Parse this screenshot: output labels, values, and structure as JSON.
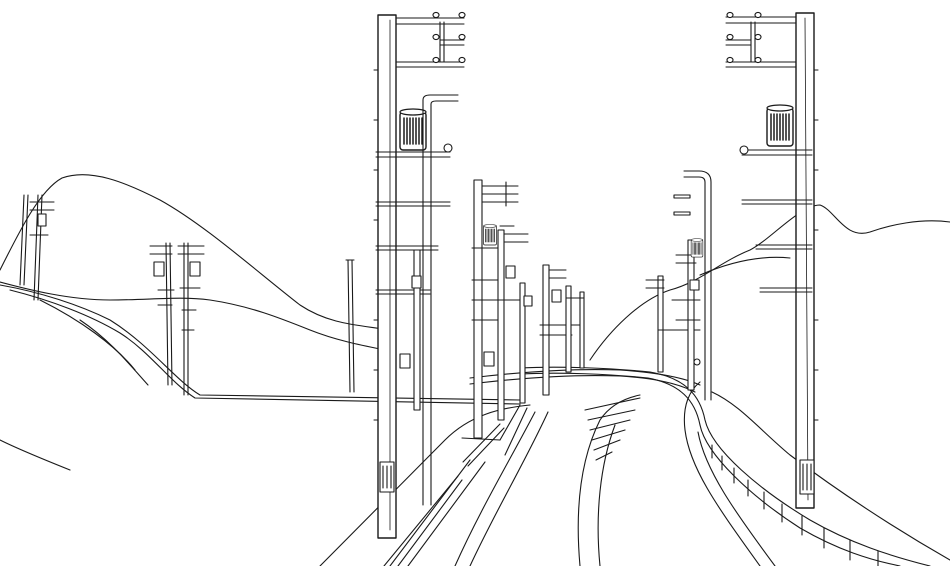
{
  "image": {
    "style": "black line art on white background",
    "stroke_color": "#1a1a1a",
    "background_color": "#ffffff",
    "subject_elements": [
      "hills",
      "road",
      "guardrail",
      "utility-poles",
      "transformers",
      "crossarms"
    ]
  }
}
